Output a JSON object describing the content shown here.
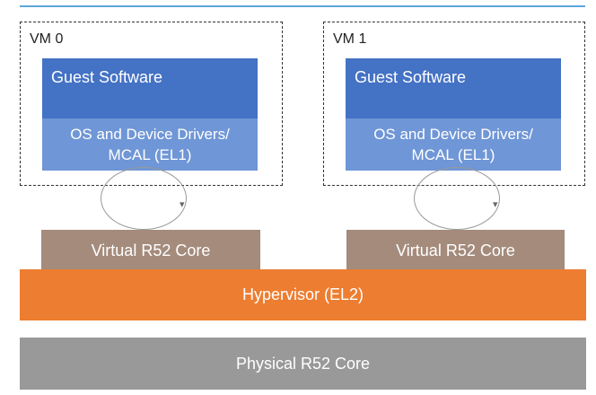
{
  "vm0": {
    "label": "VM 0",
    "guest": "Guest Software",
    "os": "OS and Device Drivers/\nMCAL (EL1)",
    "virtual_core": "Virtual R52 Core"
  },
  "vm1": {
    "label": "VM 1",
    "guest": "Guest Software",
    "os": "OS and Device Drivers/\nMCAL (EL1)",
    "virtual_core": "Virtual R52 Core"
  },
  "hypervisor": "Hypervisor (EL2)",
  "physical": "Physical R52 Core",
  "colors": {
    "guest": "#4472c4",
    "os": "#6f96d6",
    "virtual_core": "#a48b7c",
    "hypervisor": "#ed7d31",
    "physical": "#999999"
  }
}
